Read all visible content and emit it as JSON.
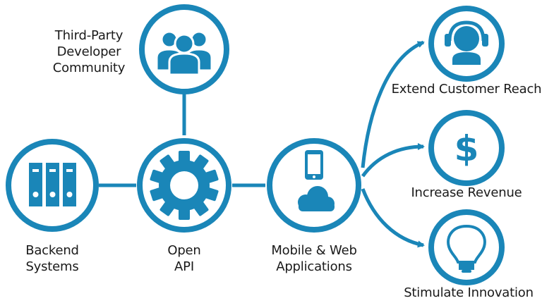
{
  "colors": {
    "primary": "#1a86b8",
    "text": "#1a1a1a",
    "background": "#ffffff"
  },
  "nodes": {
    "developer_community": {
      "icon": "people-group-icon",
      "label_lines": [
        "Third-Party",
        "Developer",
        "Community"
      ]
    },
    "backend_systems": {
      "icon": "binders-icon",
      "label_lines": [
        "Backend",
        "Systems"
      ]
    },
    "open_api": {
      "icon": "gear-icon",
      "label_lines": [
        "Open",
        "API"
      ]
    },
    "mobile_web_apps": {
      "icon": "phone-cloud-icon",
      "label_lines": [
        "Mobile & Web",
        "Applications"
      ]
    },
    "customer_reach": {
      "icon": "headset-person-icon",
      "label": "Extend Customer Reach"
    },
    "revenue": {
      "icon": "dollar-icon",
      "label": "Increase Revenue"
    },
    "innovation": {
      "icon": "lightbulb-icon",
      "label": "Stimulate Innovation"
    }
  }
}
